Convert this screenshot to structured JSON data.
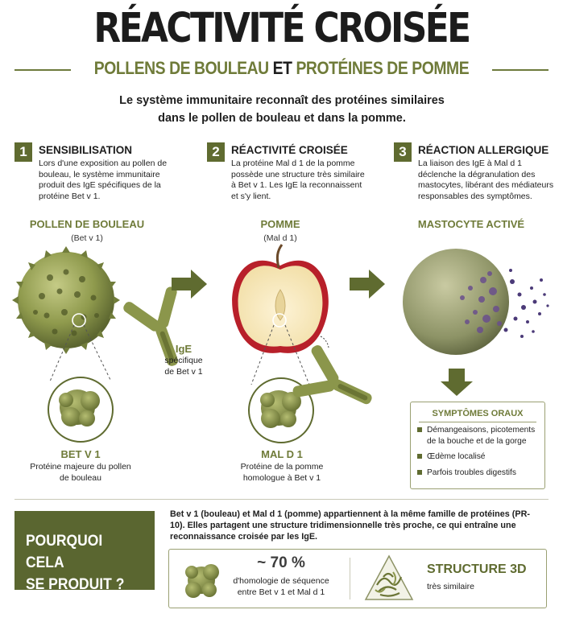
{
  "header": {
    "title": "RÉACTIVITÉ CROISÉE",
    "subtitle_part1": "POLLENS DE BOULEAU",
    "subtitle_part2": "ET",
    "subtitle_part3": "PROTÉINES DE POMME",
    "intro_line1": "Le système immunitaire reconnaît des protéines similaires",
    "intro_line2": "dans le pollen de bouleau et dans la pomme."
  },
  "steps": [
    {
      "number": "1",
      "title": "SENSIBILISATION",
      "text": "Lors d'une exposition au pollen de bouleau, le système immunitaire produit des IgE spécifiques de la protéine Bet v 1."
    },
    {
      "number": "2",
      "title": "RÉACTIVITÉ CROISÉE",
      "text": "La protéine Mal d 1 de la pomme possède une structure très similaire à Bet v 1. Les IgE la reconnaissent et s'y lient."
    },
    {
      "number": "3",
      "title": "RÉACTION ALLERGIQUE",
      "text": "La liaison des IgE à Mal d 1 déclenche la dégranulation des mastocytes, libérant des médiateurs responsables des symptômes."
    }
  ],
  "sections": {
    "pollen_title": "POLLEN DE BOULEAU",
    "pollen_sub": "(Bet v 1)",
    "apple_title": "POMME",
    "apple_sub": "(Mal d 1)",
    "mastocyte_title": "MASTOCYTE ACTIVÉ"
  },
  "ige": {
    "label": "IgE",
    "line1": "spécifique",
    "line2": "de Bet v 1"
  },
  "captions": {
    "betv1_title": "BET V 1",
    "betv1_line1": "Protéine majeure du pollen",
    "betv1_line2": "de bouleau",
    "mald1_title": "MAL D 1",
    "mald1_line1": "Protéine de la pomme",
    "mald1_line2": "homologue à Bet v 1"
  },
  "symptoms": {
    "title": "SYMPTÔMES ORAUX",
    "items": [
      "Démangeaisons, picotements de la bouche et de la gorge",
      "Œdème localisé",
      "Parfois troubles digestifs"
    ]
  },
  "why": {
    "line1": "POURQUOI CELA",
    "line2": "SE PRODUIT ?",
    "paragraph": "Bet v 1 (bouleau) et Mal d 1 (pomme) appartiennent à la même famille de protéines (PR-10). Elles partagent une structure tridimensionnelle très proche, ce qui entraîne une reconnaissance croisée par les IgE.",
    "homology_value": "~ 70 %",
    "homology_line1": "d'homologie de séquence",
    "homology_line2": "entre Bet v 1 et Mal d 1",
    "structure_title": "STRUCTURE 3D",
    "structure_sub": "très similaire"
  },
  "colors": {
    "olive": "#6f7b39",
    "olive_dark": "#5a6630",
    "text": "#1e1e1e"
  }
}
